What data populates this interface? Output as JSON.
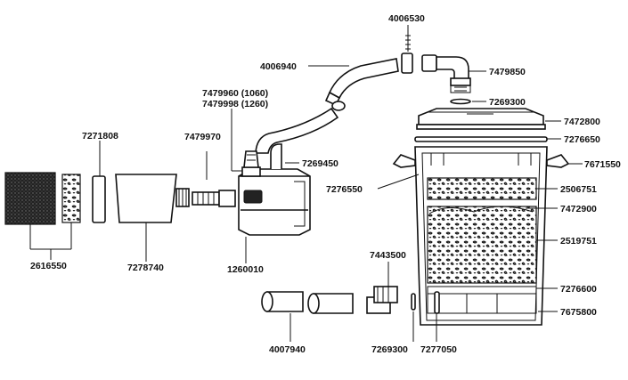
{
  "labels": {
    "p4006530": "4006530",
    "p4006940": "4006940",
    "p7479850": "7479850",
    "p7479960": "7479960 (1060)",
    "p7479998": "7479998 (1260)",
    "p7269300_top": "7269300",
    "p7472800": "7472800",
    "p7276650": "7276650",
    "p7271808": "7271808",
    "p7479970": "7479970",
    "p7269450": "7269450",
    "p7671550": "7671550",
    "p7276550": "7276550",
    "p2506751": "2506751",
    "p7472900": "7472900",
    "p2519751": "2519751",
    "p2616550": "2616550",
    "p7278740": "7278740",
    "p1260010": "1260010",
    "p7443500": "7443500",
    "p7276600": "7276600",
    "p7675800": "7675800",
    "p4007940": "4007940",
    "p7269300_bottom": "7269300",
    "p7277050": "7277050"
  },
  "colors": {
    "ink": "#111111",
    "paper": "#ffffff",
    "media": "#2a2a2a"
  }
}
